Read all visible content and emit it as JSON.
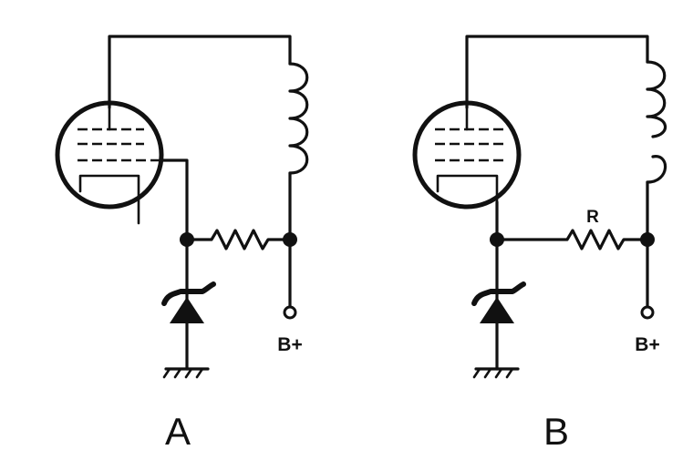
{
  "circuits": [
    {
      "id": "A",
      "caption": "A",
      "supply_label": "B+",
      "resistor_label": "",
      "coil_turns": 4,
      "coil_broken": false,
      "screen_tap": "tube-right-side"
    },
    {
      "id": "B",
      "caption": "B",
      "supply_label": "B+",
      "resistor_label": "R",
      "coil_turns": 4,
      "coil_broken": true,
      "screen_tap": "tube-bottom"
    }
  ]
}
